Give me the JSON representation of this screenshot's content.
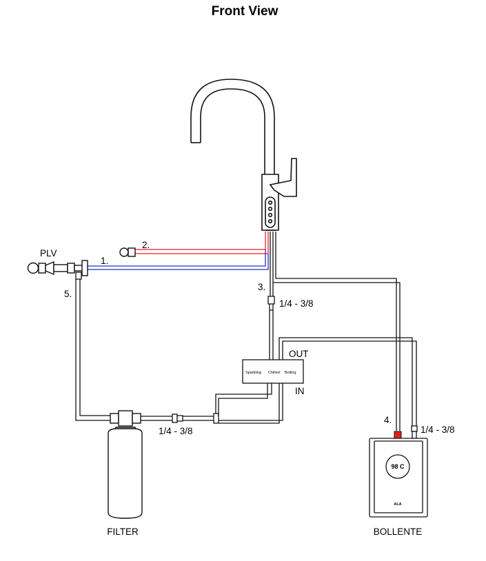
{
  "title": "Front View",
  "labels": {
    "plv": "PLV",
    "step1": "1.",
    "step2": "2.",
    "step3": "3.",
    "step4": "4.",
    "step5": "5.",
    "fitting_tap": "1/4 - 3/8",
    "fitting_filter": "1/4 - 3/8",
    "fitting_bollente": "1/4 - 3/8",
    "out": "OUT",
    "in": "IN",
    "filter": "FILTER",
    "bollente": "BOLLENTE"
  },
  "control_box": {
    "buttons": [
      "Sparkling",
      "Chilled",
      "Boiling"
    ]
  },
  "bollente_display": "98 C",
  "bollente_logo": "ALA",
  "colors": {
    "line": "#111111",
    "hot": "#e32020",
    "cold": "#2030c8"
  }
}
